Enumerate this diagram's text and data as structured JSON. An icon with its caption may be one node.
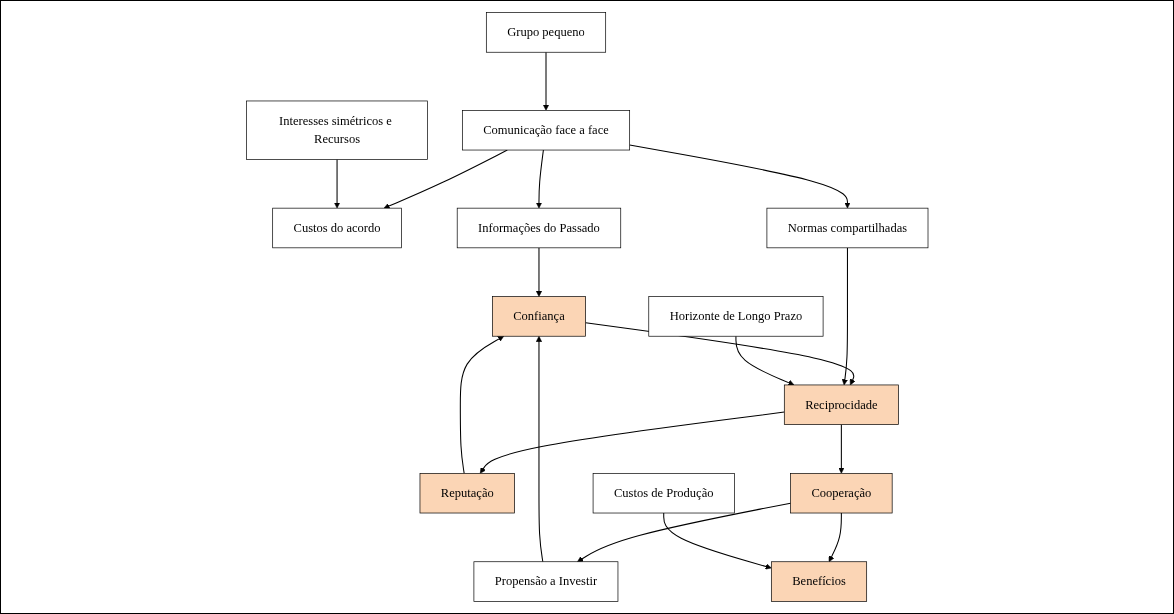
{
  "diagram": {
    "nodes": [
      {
        "text": [
          "Grupo pequeno"
        ]
      },
      {
        "text": [
          "Comunicação face a face"
        ]
      },
      {
        "text": [
          "Custos do acordo"
        ]
      },
      {
        "text": [
          "Interesses simétricos e Recursos"
        ]
      },
      {
        "text": [
          "Informações do Passado"
        ]
      },
      {
        "text": [
          "Propensão a Investir"
        ]
      },
      {
        "text": [
          "Confiança"
        ]
      },
      {
        "text": [
          "Reputação"
        ]
      },
      {
        "text": [
          "Reciprocidade"
        ]
      },
      {
        "text": [
          "Normas compartilhadas"
        ]
      },
      {
        "text": [
          "Cooperação"
        ]
      },
      {
        "text": [
          "Benefícios"
        ]
      },
      {
        "text": [
          "Horizonte de Longo Prazo"
        ]
      },
      {
        "text": [
          "Custos de Produção"
        ]
      }
    ],
    "edges": [
      {
        "from": 0,
        "to": 1,
        "arrow": "to"
      },
      {
        "from": 1,
        "to": 2,
        "arrow": "to"
      },
      {
        "from": 3,
        "to": 2,
        "arrow": "to"
      },
      {
        "from": 1,
        "to": 4,
        "arrow": "to"
      },
      {
        "from": 1,
        "to": 9,
        "arrow": "to"
      },
      {
        "from": 4,
        "to": 6,
        "arrow": "to"
      },
      {
        "from": 5,
        "to": 6,
        "arrow": "to"
      },
      {
        "from": 7,
        "to": 6,
        "arrow": "to"
      },
      {
        "from": 6,
        "to": 8,
        "arrow": "to"
      },
      {
        "from": 8,
        "to": 7,
        "arrow": "to"
      },
      {
        "from": 9,
        "to": 8,
        "arrow": "to"
      },
      {
        "from": 12,
        "to": 8,
        "arrow": "to"
      },
      {
        "from": 8,
        "to": 10,
        "arrow": "to"
      },
      {
        "from": 10,
        "to": 5,
        "arrow": "to"
      },
      {
        "from": 10,
        "to": 11,
        "arrow": "to"
      },
      {
        "from": 13,
        "to": 11,
        "arrow": "to"
      }
    ]
  }
}
